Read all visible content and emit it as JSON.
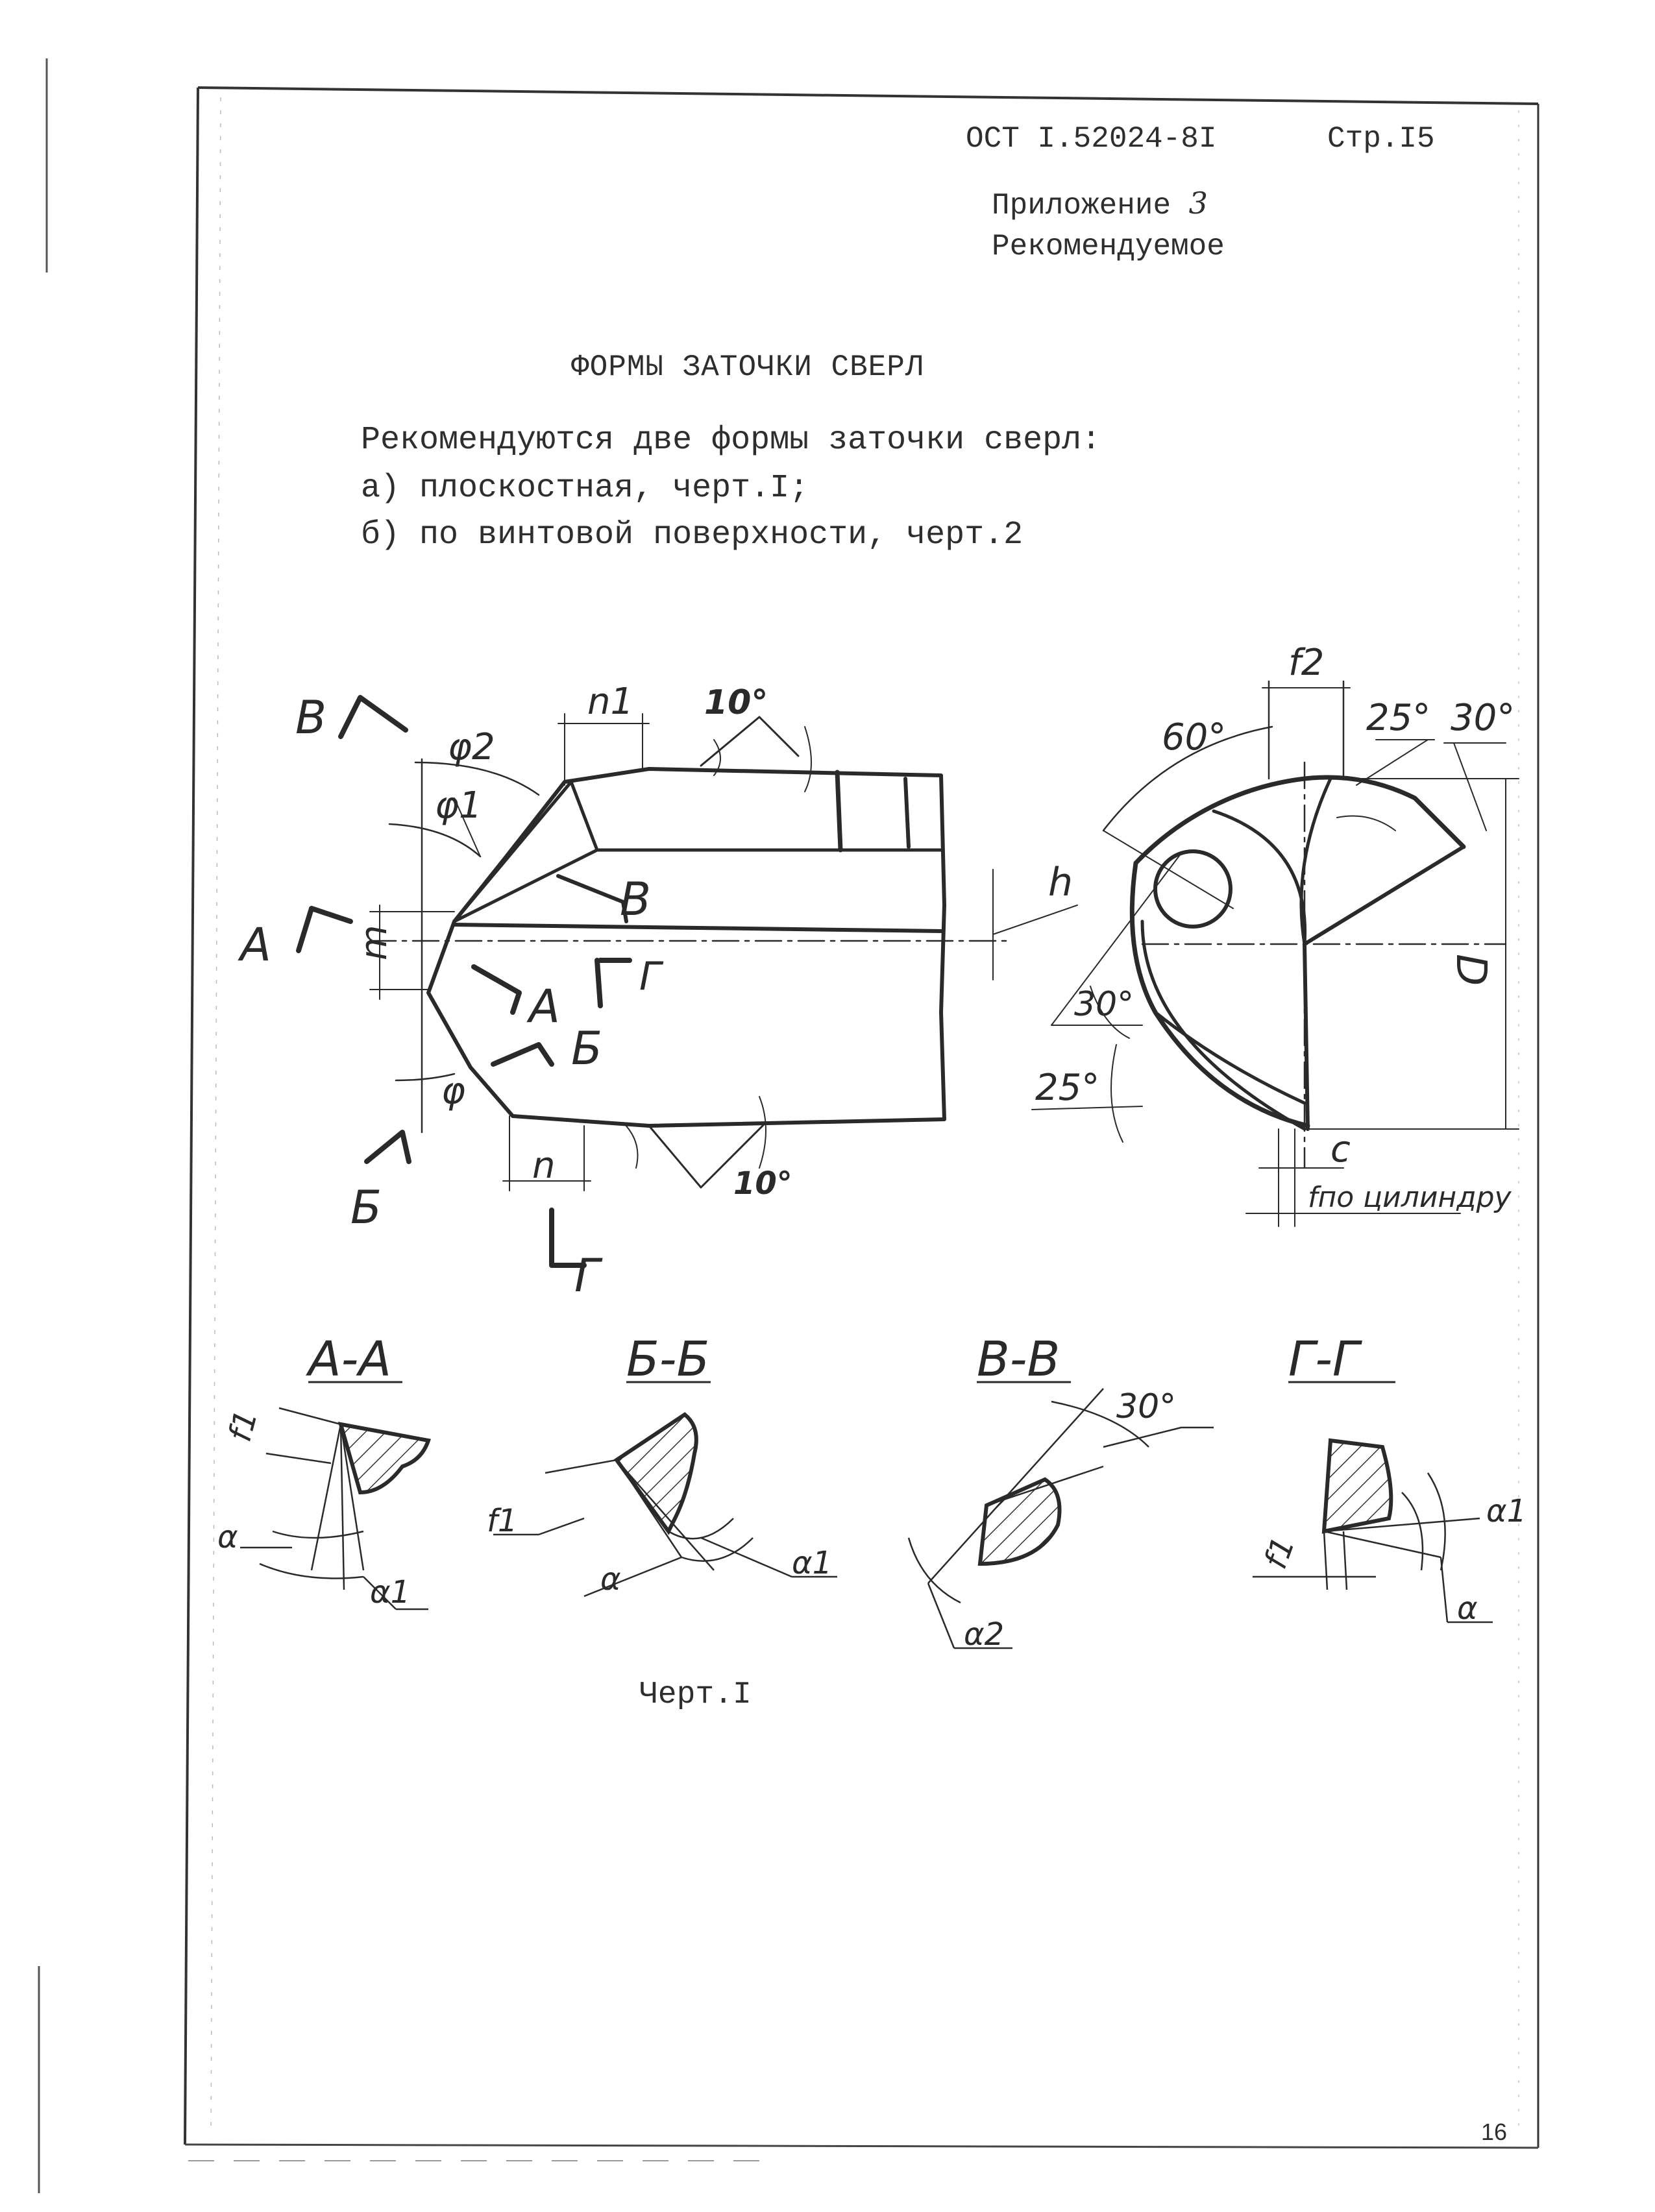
{
  "header": {
    "document_code": "ОСТ I.52024-8I",
    "page_label": "Стр.I5",
    "appendix_label": "Приложение",
    "appendix_number": "3",
    "status": "Рекомендуемое"
  },
  "title": "ФОРМЫ ЗАТОЧКИ СВЕРЛ",
  "body": {
    "intro": "Рекомендуются две формы заточки сверл:",
    "item_a": "а) плоскостная, черт.I;",
    "item_b": "б) по винтовой поверхности, черт.2"
  },
  "drawing": {
    "side_view": {
      "section_marks": [
        "В",
        "А",
        "Б",
        "Г"
      ],
      "labels": {
        "phi": "φ",
        "phi1": "φ1",
        "phi2": "φ2",
        "n": "n",
        "n1": "n1",
        "m": "m",
        "h": "h",
        "angle_top": "10°",
        "angle_bottom": "10°",
        "mark_v": "В",
        "mark_a": "А",
        "mark_b": "Б",
        "mark_g": "Г"
      }
    },
    "end_view": {
      "labels": {
        "f2": "f2",
        "angle_60": "60°",
        "angle_25_top": "25°",
        "angle_30_top": "30°",
        "angle_30_left": "30°",
        "angle_25_left": "25°",
        "diameter": "D",
        "c": "c",
        "f_cyl": "fпо цилиндру"
      }
    },
    "sections": [
      {
        "title": "А-А",
        "labels": [
          "f1",
          "α",
          "α1"
        ]
      },
      {
        "title": "Б-Б",
        "labels": [
          "f1",
          "α",
          "α1"
        ]
      },
      {
        "title": "В-В",
        "labels": [
          "30°",
          "α2"
        ]
      },
      {
        "title": "Г-Г",
        "labels": [
          "α1",
          "f1",
          "α"
        ]
      }
    ]
  },
  "caption": "Черт.I",
  "page_number": "16"
}
